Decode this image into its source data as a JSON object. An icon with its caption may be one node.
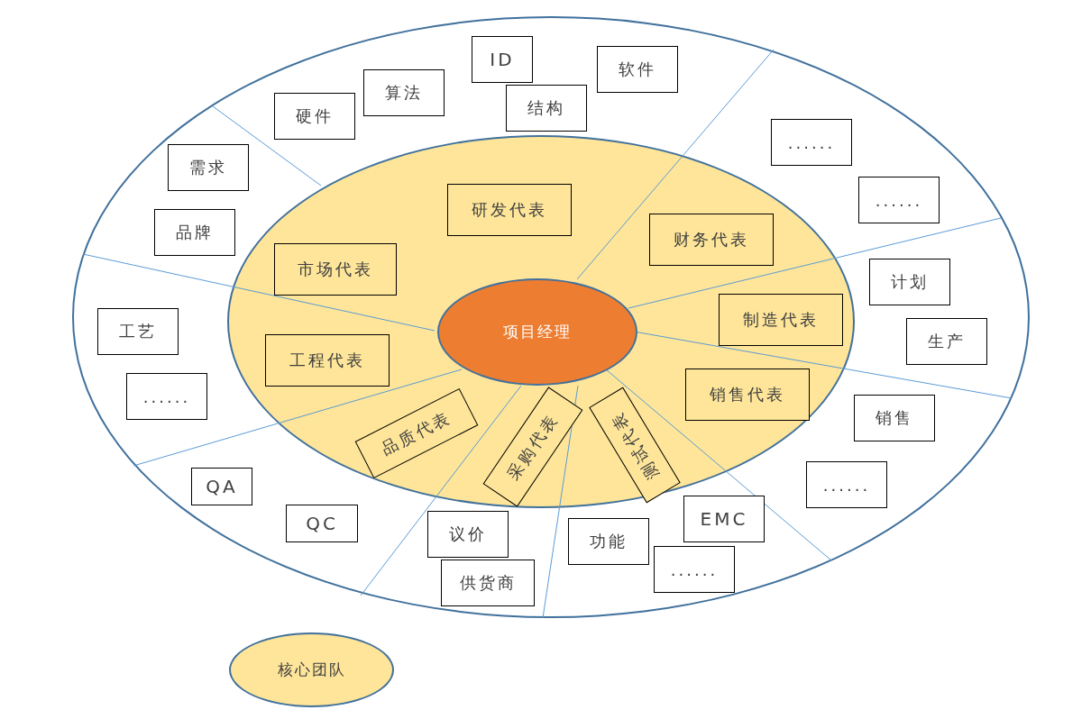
{
  "diagram": {
    "nodes": [
      {
        "text": [],
        "shape": "circle"
      },
      {
        "text": [],
        "shape": "circle",
        "in": 0
      },
      {
        "text": [
          "ID"
        ],
        "in": 0
      },
      {
        "text": [
          "软件"
        ],
        "in": 0
      },
      {
        "text": [
          "算法"
        ],
        "in": 0
      },
      {
        "text": [
          "结构"
        ],
        "in": 0
      },
      {
        "text": [
          "硬件"
        ],
        "in": 0
      },
      {
        "text": [
          "......"
        ],
        "in": 0
      },
      {
        "text": [
          "需求"
        ],
        "in": 0
      },
      {
        "text": [
          "研发代表"
        ],
        "in": 1
      },
      {
        "text": [
          "......"
        ],
        "in": 0
      },
      {
        "text": [
          "财务代表"
        ],
        "in": 1
      },
      {
        "text": [
          "品牌"
        ],
        "in": 0
      },
      {
        "text": [
          "市场代表"
        ],
        "in": 1
      },
      {
        "text": [
          "计划"
        ],
        "in": 0
      },
      {
        "text": [
          "项目经理"
        ],
        "in": 1
      },
      {
        "text": [
          "制造代表"
        ],
        "in": 1
      },
      {
        "text": [
          "工艺"
        ],
        "in": 0
      },
      {
        "text": [
          "生产"
        ],
        "in": 0
      },
      {
        "text": [
          "工程代表"
        ],
        "in": 1
      },
      {
        "text": [
          "销售代表"
        ],
        "in": 1
      },
      {
        "text": [
          "......"
        ],
        "in": 0
      },
      {
        "text": [
          "销售"
        ],
        "in": 0
      },
      {
        "text": [
          "品质代表"
        ],
        "in": 1
      },
      {
        "text": [
          "采购代表"
        ],
        "in": 1
      },
      {
        "text": [
          "测试代表"
        ],
        "in": 1
      },
      {
        "text": [
          "......"
        ],
        "in": 0
      },
      {
        "text": [
          "QA"
        ],
        "in": 0
      },
      {
        "text": [
          "EMC"
        ],
        "in": 0
      },
      {
        "text": [
          "QC"
        ],
        "in": 0
      },
      {
        "text": [
          "议价"
        ],
        "in": 0
      },
      {
        "text": [
          "功能"
        ],
        "in": 0
      },
      {
        "text": [
          "......"
        ],
        "in": 0
      },
      {
        "text": [
          "供货商"
        ],
        "in": 0
      }
    ],
    "legend": [
      {
        "text": "核心团队",
        "color": "#fee599"
      }
    ]
  }
}
